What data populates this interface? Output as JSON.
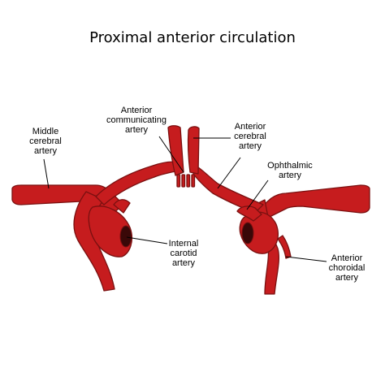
{
  "title": "Proximal anterior circulation",
  "colors": {
    "artery": "#c61c1e",
    "outline": "#7a1010",
    "lumen": "#3a0808",
    "leader": "#000000"
  },
  "labels": {
    "middle_cerebral": [
      "Middle",
      "cerebral",
      "artery"
    ],
    "anterior_communicating": [
      "Anterior",
      "communicating",
      "artery"
    ],
    "anterior_cerebral": [
      "Anterior",
      "cerebral",
      "artery"
    ],
    "ophthalmic": [
      "Ophthalmic",
      "artery"
    ],
    "internal_carotid": [
      "Internal",
      "carotid",
      "artery"
    ],
    "anterior_choroidal": [
      "Anterior",
      "choroidal",
      "artery"
    ]
  }
}
